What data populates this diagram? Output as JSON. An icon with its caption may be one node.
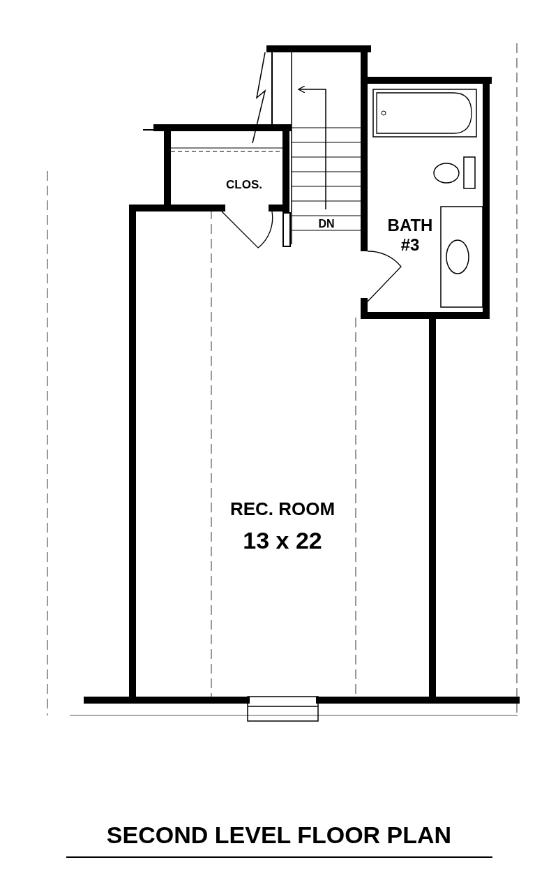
{
  "diagram": {
    "title": "SECOND LEVEL FLOOR PLAN",
    "nodes": [
      {
        "text": [
          "CLOS."
        ]
      },
      {
        "text": [
          "BATH #3"
        ]
      },
      {
        "text": [
          "REC. ROOM",
          "13 x 22"
        ]
      }
    ],
    "labels": [
      "DN"
    ]
  }
}
